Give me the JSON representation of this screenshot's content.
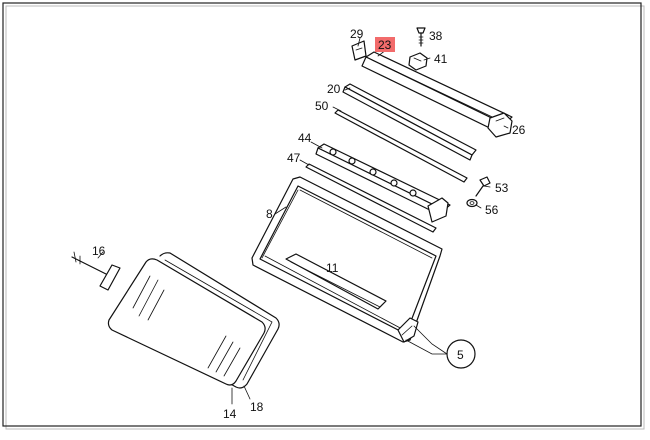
{
  "diagram": {
    "highlight_color": "#f26b6b",
    "labels": {
      "p29": "29",
      "p23": "23",
      "p38": "38",
      "p41": "41",
      "p20": "20",
      "p50": "50",
      "p26": "26",
      "p44": "44",
      "p47": "47",
      "p53": "53",
      "p56": "56",
      "p8": "8",
      "p11": "11",
      "p16": "16",
      "p5": "5",
      "p14": "14",
      "p18": "18"
    }
  }
}
